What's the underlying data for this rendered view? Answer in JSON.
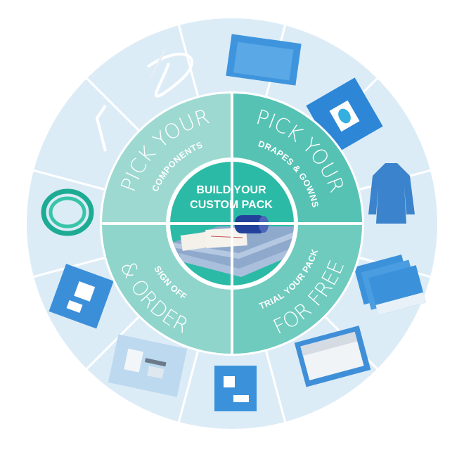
{
  "wheel": {
    "center": {
      "line1": "BUILD YOUR",
      "line2": "CUSTOM PACK"
    },
    "quadrants": [
      {
        "id": "components",
        "big": "PICK YOUR",
        "small": "COMPONENTS",
        "color": "#9dd9d1"
      },
      {
        "id": "drapes-gowns",
        "big": "PICK YOUR",
        "small": "DRAPES & GOWNS",
        "color": "#56c2b3"
      },
      {
        "id": "trial",
        "big": "FOR FREE",
        "small": "TRIAL YOUR PACK",
        "color": "#6ecbbe"
      },
      {
        "id": "sign-off",
        "big": "& ORDER",
        "small": "SIGN OFF",
        "color": "#8fd5cb"
      }
    ],
    "colors": {
      "center": "#2bbaa5",
      "ring": "#dcecf7",
      "product_blue": "#3a8fd9",
      "divider": "#ffffff"
    }
  }
}
